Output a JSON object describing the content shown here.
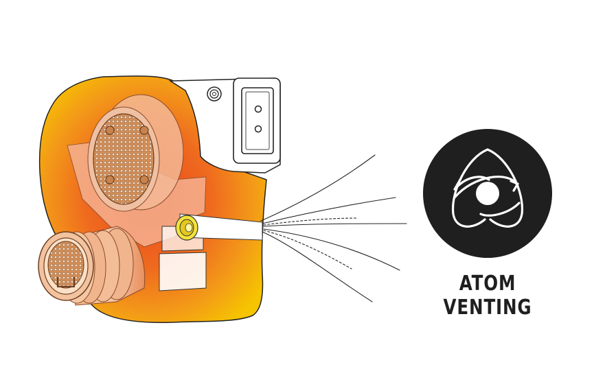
{
  "caption": "ATOM VENTING",
  "colors": {
    "heat_outer": "#f6c400",
    "heat_mid": "#f39a18",
    "heat_inner": "#e9471c",
    "body_tint": "#f3a383",
    "grille": "#c8824d",
    "badge": "#1f1f1f",
    "ink": "#1a1a1a"
  },
  "icons": {
    "earphone": "in-ear-monitor-cutaway",
    "badge": "atom-orbit-icon",
    "airflow": "vent-airflow-lines"
  }
}
